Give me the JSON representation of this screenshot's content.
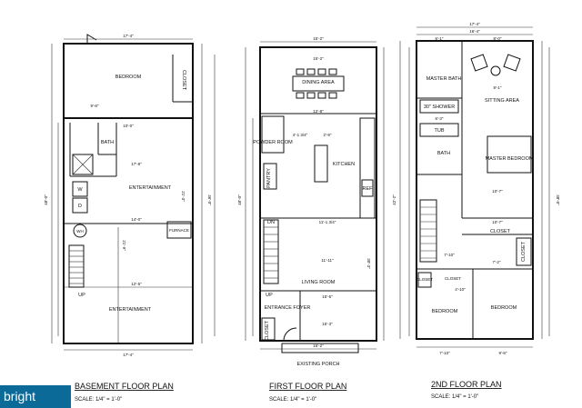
{
  "watermark": "bright",
  "plans": [
    {
      "title": "BASEMENT FLOOR PLAN",
      "scale": "SCALE:  1/4\" = 1'-0\"",
      "rooms": [
        "BEDROOM",
        "CLOSET",
        "BATH",
        "ENTERTAINMENT",
        "ENTERTAINMENT",
        "W",
        "D",
        "WH",
        "FURNACE",
        "UP"
      ],
      "dimensions": [
        "17'-4\"",
        "10'-0\"",
        "17'-8\"",
        "14'-0\"",
        "12'-5\"",
        "17'-4\"",
        "9'-8\"",
        "21'-3\"",
        "21'-9\"",
        "48'-0\"",
        "46'-0\""
      ]
    },
    {
      "title": "FIRST FLOOR PLAN",
      "scale": "SCALE:  1/4\" = 1'-0\"",
      "rooms": [
        "DINING AREA",
        "POWDER ROOM",
        "PANTRY",
        "KITCHEN",
        "REF",
        "DN",
        "LIVING ROOM",
        "ENTRANCE FOYER",
        "CLOSET",
        "UP",
        "EXISTING PORCH"
      ],
      "dimensions": [
        "15'-2\"",
        "12'-8\"",
        "4'-1 3/4\"",
        "2'-9\"",
        "11'-1 3/4\"",
        "11'-11\"",
        "15'-5\"",
        "15'-3\"",
        "15'-2\"",
        "15'-2\"",
        "30'-3\"",
        "48'-0\""
      ]
    },
    {
      "title": "2ND FLOOR PLAN",
      "scale": "SCALE:  1/4\" = 1'-0\"",
      "rooms": [
        "MASTER BATH",
        "SITTING AREA",
        "30\" SHOWER",
        "TUB",
        "BATH",
        "MASTER BEDROOM",
        "CLOSET",
        "CLOSET",
        "CLOSET",
        "CLOSET",
        "BEDROOM",
        "BEDROOM"
      ],
      "dimensions": [
        "17'-4\"",
        "16'-4\"",
        "6'-1\"",
        "8'-0\"",
        "9'-1\"",
        "6'-3\"",
        "10'-7\"",
        "10'-7\"",
        "7'-10\"",
        "7'-2\"",
        "4'-10\"",
        "7'-10\"",
        "9'-6\"",
        "42'-2\"",
        "48'-0\""
      ]
    }
  ]
}
